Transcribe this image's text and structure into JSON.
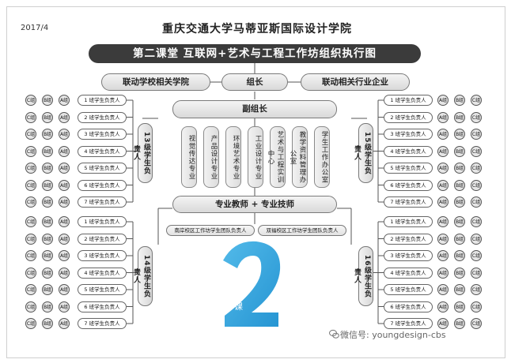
{
  "date": "2017/4",
  "university": "重庆交通大学马蒂亚斯国际设计学院",
  "banner": "第二课堂   互联网+艺术与工程工作坊组织执行图",
  "top_row": {
    "left": "联动学校相关学院",
    "center": "组长",
    "right": "联动相关行业企业"
  },
  "vice_leader": "副组长",
  "departments": [
    "视觉传达专业",
    "产品设计专业",
    "环境艺术专业",
    "工业设计专业",
    "艺术与工程实训中心",
    "教学资料管理办公室",
    "学生工作办公室"
  ],
  "teachers": "专业教师 + 专业技师",
  "campus_teams": {
    "left": "南岸校区工作坊学生团队负责人",
    "right": "双福校区工作坊学生团队负责人"
  },
  "levels": {
    "top_left": "13级学生负责人",
    "bottom_left": "14级学生负责人",
    "top_right": "15级学生负责人",
    "bottom_right": "16级学生负责人"
  },
  "circles": [
    "C组",
    "B组",
    "A组"
  ],
  "class_labels": [
    "1 班学生负责人",
    "2 班学生负责人",
    "3 班学生负责人",
    "4 班学生负责人",
    "5 班学生负责人",
    "6 班学生负责人",
    "7 班学生负责人"
  ],
  "logo_text": "第二课堂",
  "watermark": "微信号: youngdesign-cbs"
}
